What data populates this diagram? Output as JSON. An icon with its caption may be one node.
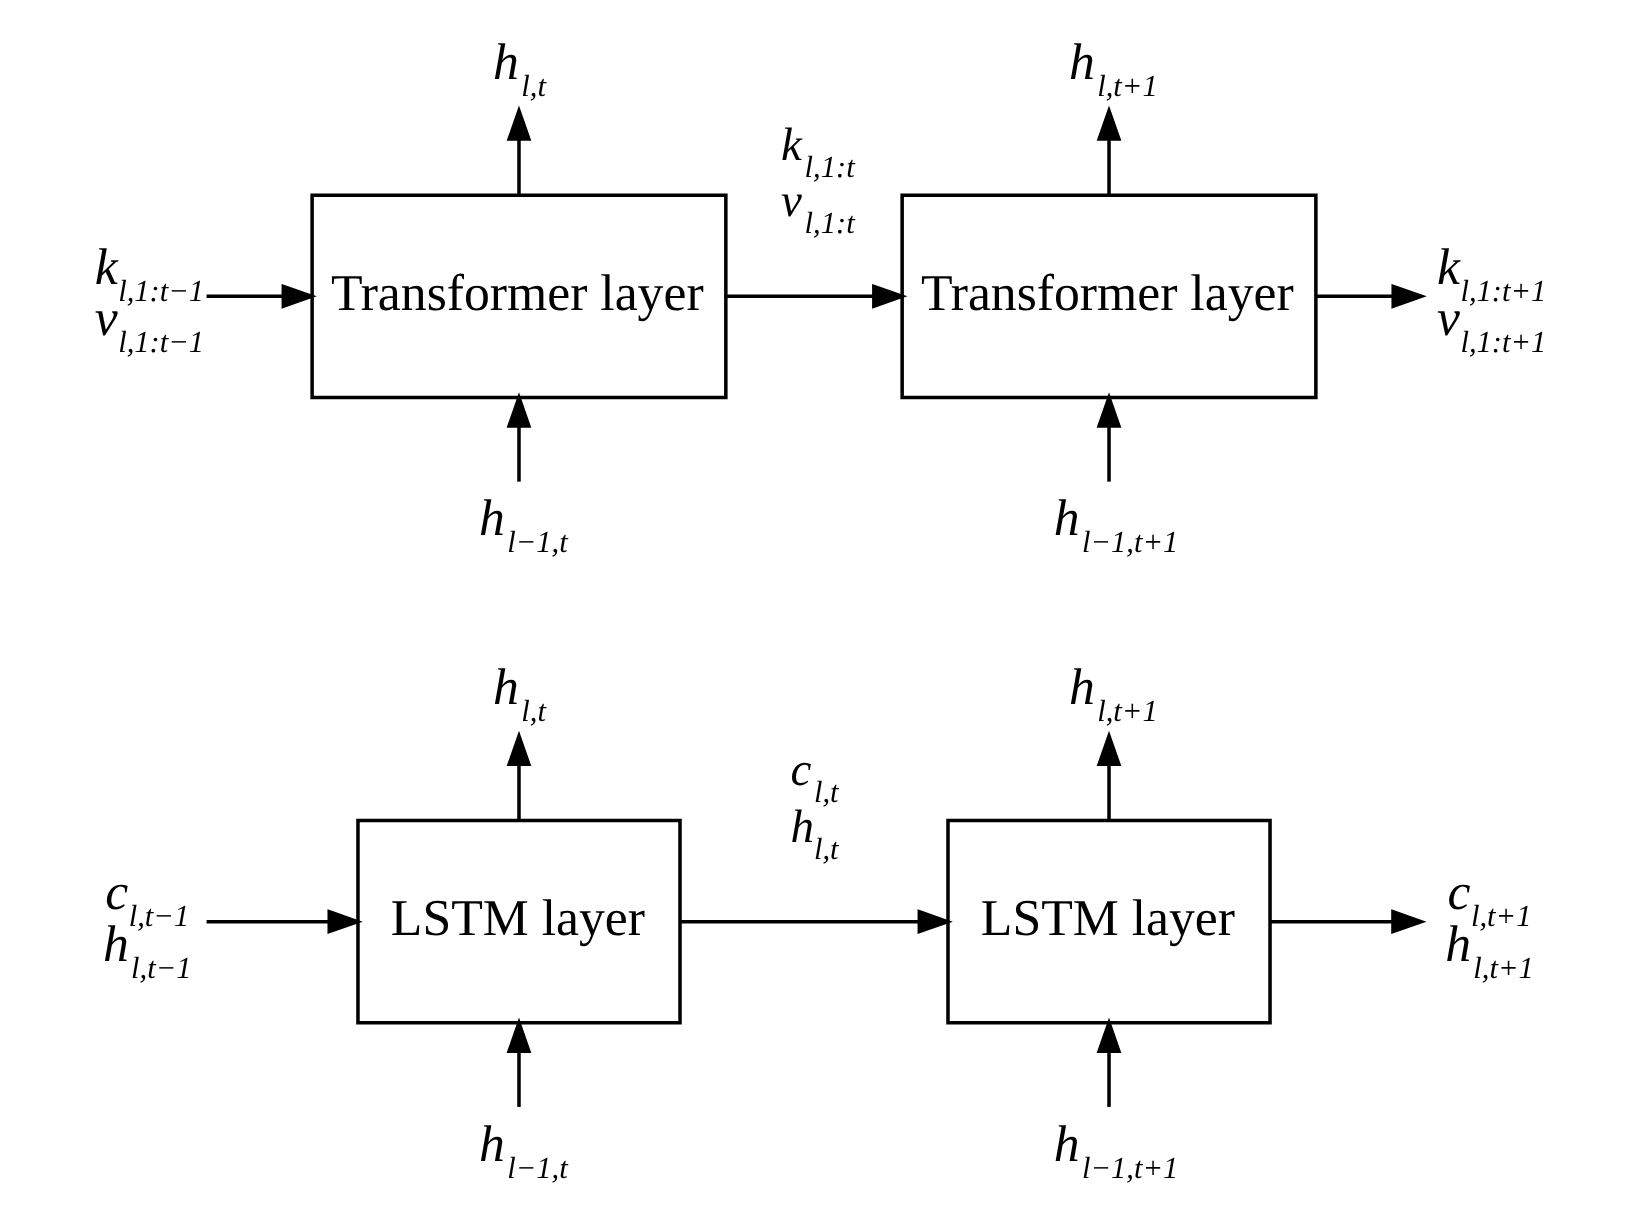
{
  "diagram": {
    "nodes": [
      {
        "text": [
          "Transformer layer"
        ]
      },
      {
        "text": [
          "Transformer layer"
        ]
      },
      {
        "text": [
          "h$_{l,t}$"
        ]
      },
      {
        "text": [
          "h$_{l,t+1}$"
        ]
      },
      {
        "text": [
          "k$_{l,1:t−1}$",
          "v$_{l,1:t−1}$"
        ]
      },
      {
        "text": [
          "k$_{l,1:t+1}$",
          "v$_{l,1:t+1}$"
        ]
      },
      {
        "text": [
          "h$_{l−1,t}$"
        ]
      },
      {
        "text": [
          "h$_{l−1,t+1}$"
        ]
      },
      {
        "text": [
          "LSTM layer"
        ]
      },
      {
        "text": [
          "LSTM layer"
        ]
      },
      {
        "text": [
          "h$_{l,t}$"
        ]
      },
      {
        "text": [
          "h$_{l,t+1}$"
        ]
      },
      {
        "text": [
          "c$_{l,t−1}$",
          "h$_{l,t−1}$"
        ]
      },
      {
        "text": [
          "c$_{l,t+1}$",
          "h$_{l,t+1}$"
        ]
      },
      {
        "text": [
          "h$_{l−1,t}$"
        ]
      },
      {
        "text": [
          "h$_{l−1,t+1}$"
        ]
      }
    ],
    "edges": [
      {
        "from": 4,
        "to": 0,
        "arrow": "to"
      },
      {
        "from": 0,
        "to": 2,
        "arrow": "to"
      },
      {
        "from": 6,
        "to": 0,
        "arrow": "to"
      },
      {
        "from": 0,
        "to": 1,
        "arrow": "to",
        "label": "k$_{l,1:t}$ v$_{l,1:t}$"
      },
      {
        "from": 1,
        "to": 3,
        "arrow": "to"
      },
      {
        "from": 7,
        "to": 1,
        "arrow": "to"
      },
      {
        "from": 1,
        "to": 5,
        "arrow": "to"
      },
      {
        "from": 12,
        "to": 8,
        "arrow": "to"
      },
      {
        "from": 8,
        "to": 10,
        "arrow": "to"
      },
      {
        "from": 14,
        "to": 8,
        "arrow": "to"
      },
      {
        "from": 8,
        "to": 9,
        "arrow": "to",
        "label": "c$_{l,t}$ h$_{l,t}$"
      },
      {
        "from": 9,
        "to": 11,
        "arrow": "to"
      },
      {
        "from": 15,
        "to": 9,
        "arrow": "to"
      },
      {
        "from": 9,
        "to": 13,
        "arrow": "to"
      }
    ]
  }
}
